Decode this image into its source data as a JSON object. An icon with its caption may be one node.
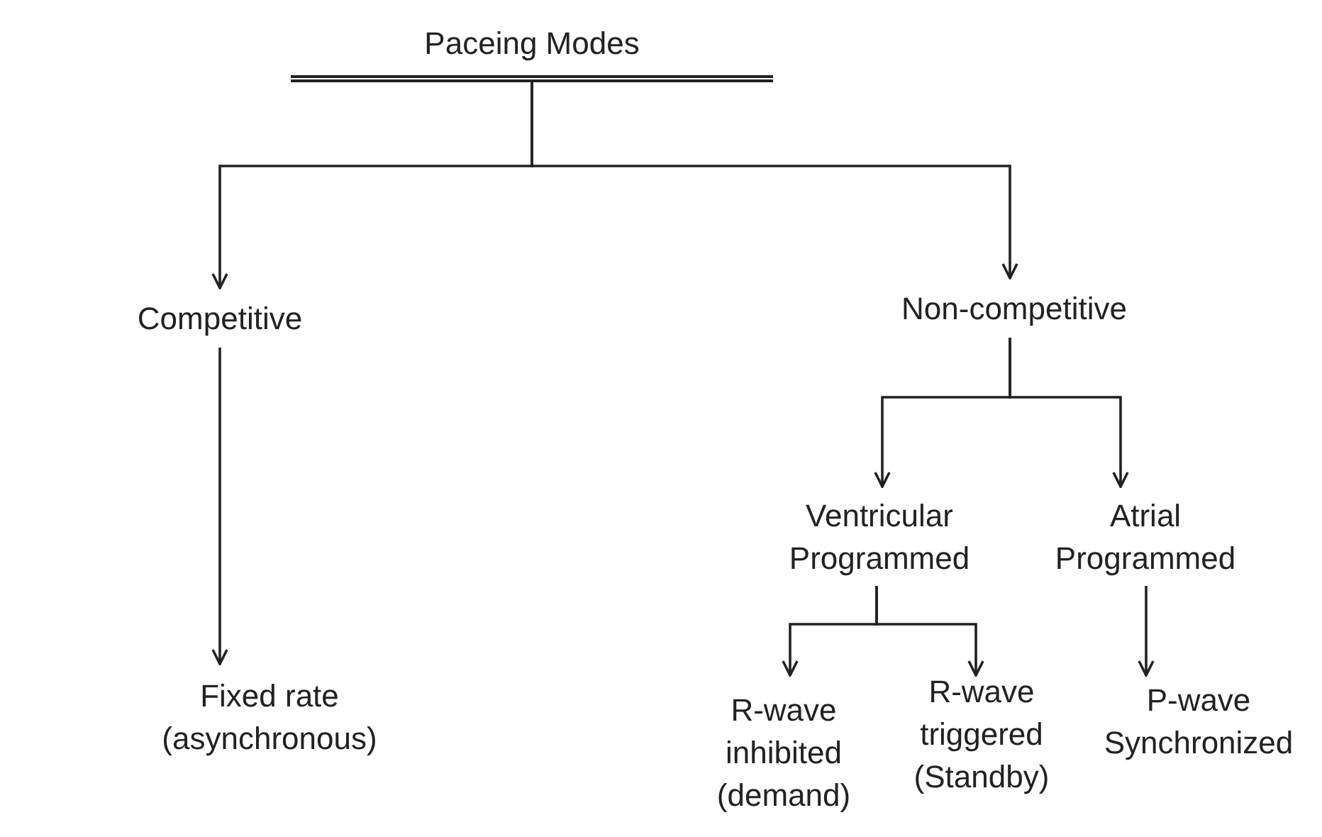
{
  "diagram": {
    "nodes": [
      {
        "text": [
          "Paceing Modes"
        ]
      },
      {
        "text": [
          "Competitive"
        ]
      },
      {
        "text": [
          "Non-competitive"
        ]
      },
      {
        "text": [
          "Ventricular Programmed"
        ]
      },
      {
        "text": [
          "Atrial Programmed"
        ]
      },
      {
        "text": [
          "Fixed rate (asynchronous)"
        ]
      },
      {
        "text": [
          "R-wave inhibited (demand)"
        ]
      },
      {
        "text": [
          "R-wave triggered (Standby)"
        ]
      },
      {
        "text": [
          "P-wave Synchronized"
        ]
      }
    ],
    "edges": [
      {
        "from": 0,
        "to": 1,
        "arrow": "to"
      },
      {
        "from": 0,
        "to": 2,
        "arrow": "to"
      },
      {
        "from": 1,
        "to": 5,
        "arrow": "to"
      },
      {
        "from": 2,
        "to": 3,
        "arrow": "to"
      },
      {
        "from": 2,
        "to": 4,
        "arrow": "to"
      },
      {
        "from": 3,
        "to": 6,
        "arrow": "to"
      },
      {
        "from": 3,
        "to": 7,
        "arrow": "to"
      },
      {
        "from": 4,
        "to": 8,
        "arrow": "to"
      }
    ]
  }
}
